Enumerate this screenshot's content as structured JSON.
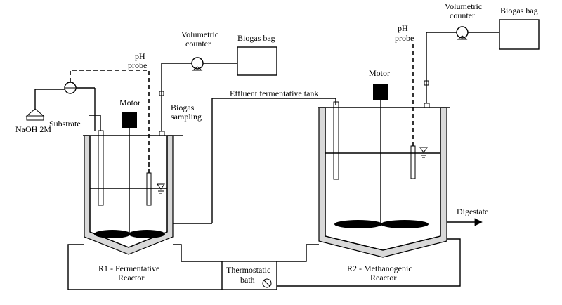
{
  "labels": {
    "naoh": "NaOH 2M",
    "substrate": "Substrate",
    "ph_probe_1_line1": "pH",
    "ph_probe_1_line2": "probe",
    "motor_1": "Motor",
    "volumetric_counter_1_line1": "Volumetric",
    "volumetric_counter_1_line2": "counter",
    "biogas_bag_1": "Biogas bag",
    "biogas_sampling_line1": "Biogas",
    "biogas_sampling_line2": "sampling",
    "effluent_tank": "Effluent fermentative tank",
    "r1_line1": "R1 - Fermentative",
    "r1_line2": "Reactor",
    "thermostatic_line1": "Thermostatic",
    "thermostatic_line2": "bath",
    "r2_line1": "R2 - Methanogenic",
    "r2_line2": "Reactor",
    "motor_2": "Motor",
    "ph_probe_2_line1": "pH",
    "ph_probe_2_line2": "probe",
    "volumetric_counter_2_line1": "Volumetric",
    "volumetric_counter_2_line2": "counter",
    "biogas_bag_2": "Biogas bag",
    "digestate": "Digestate"
  }
}
